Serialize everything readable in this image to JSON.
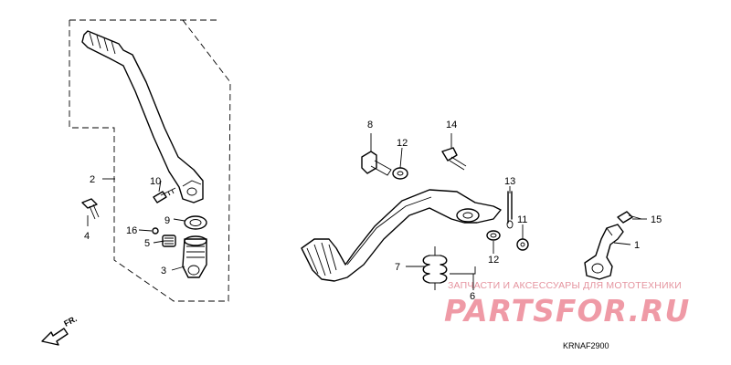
{
  "diagram": {
    "callouts": {
      "p1": "1",
      "p2": "2",
      "p3": "3",
      "p4": "4",
      "p5": "5",
      "p6": "6",
      "p7": "7",
      "p8": "8",
      "p9": "9",
      "p10": "10",
      "p11": "11",
      "p12a": "12",
      "p12b": "12",
      "p13": "13",
      "p14": "14",
      "p15": "15",
      "p16": "16"
    },
    "direction_label": "FR.",
    "diagram_code": "KRNAF2900"
  },
  "watermark": {
    "tagline": "ЗАПЧАСТИ И АКСЕССУАРЫ ДЛЯ МОТОТЕХНИКИ",
    "logo": "PARTSFOR.RU"
  }
}
